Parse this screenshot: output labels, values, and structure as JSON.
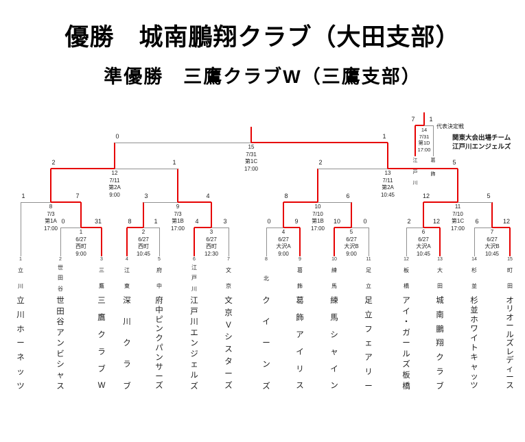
{
  "titles": {
    "champion": "優勝　城南鵬翔クラブ（大田支部）",
    "runner_up": "準優勝　三鷹クラブW（三鷹支部）"
  },
  "colors": {
    "winner_path": "#e60000",
    "line": "#8f8f8f",
    "text": "#1c1c1c"
  },
  "teams": [
    {
      "slot": 1,
      "no": "1",
      "ward": "立川",
      "name": "立川ホーネッツ",
      "entry_round": "qf",
      "won_first": false
    },
    {
      "slot": 2,
      "no": "2",
      "ward": "世田谷",
      "name": "世田谷アンビシャス",
      "entry_round": "r1",
      "won_first": false
    },
    {
      "slot": 3,
      "no": "3",
      "ward": "三鷹",
      "name": "三鷹クラブW",
      "entry_round": "r1",
      "won_first": true
    },
    {
      "slot": 4,
      "no": "4",
      "ward": "江東",
      "name": "深川クラブ",
      "entry_round": "r1",
      "won_first": true
    },
    {
      "slot": 5,
      "no": "5",
      "ward": "府中",
      "name": "府中ピンクパンサーズ",
      "entry_round": "r1",
      "won_first": false
    },
    {
      "slot": 6,
      "no": "6",
      "ward": "江戸川",
      "name": "江戸川エンジェルズ",
      "entry_round": "r1",
      "won_first": true
    },
    {
      "slot": 7,
      "no": "7",
      "ward": "文京",
      "name": "文京Vシスターズ",
      "entry_round": "r1",
      "won_first": false
    },
    {
      "slot": 8,
      "no": "8",
      "ward": "北",
      "name": "クイーンズ",
      "entry_round": "r1",
      "won_first": false
    },
    {
      "slot": 9,
      "no": "9",
      "ward": "葛飾",
      "name": "葛飾アイリス",
      "entry_round": "r1",
      "won_first": true
    },
    {
      "slot": 10,
      "no": "10",
      "ward": "練馬",
      "name": "練馬シャイン",
      "entry_round": "r1",
      "won_first": true
    },
    {
      "slot": 11,
      "no": "11",
      "ward": "足立",
      "name": "足立フェアリー",
      "entry_round": "r1",
      "won_first": false
    },
    {
      "slot": 12,
      "no": "12",
      "ward": "板橋",
      "name": "アイ・ガールズ板橋",
      "entry_round": "r1",
      "won_first": false
    },
    {
      "slot": 13,
      "no": "13",
      "ward": "大田",
      "name": "城南鵬翔クラブ",
      "entry_round": "r1",
      "won_first": true
    },
    {
      "slot": 14,
      "no": "14",
      "ward": "杉並",
      "name": "杉並ホワイトキャッツ",
      "entry_round": "r1",
      "won_first": false
    },
    {
      "slot": 15,
      "no": "15",
      "ward": "町田",
      "name": "オリオールズレディース",
      "entry_round": "r1",
      "won_first": true
    }
  ],
  "matches": [
    {
      "id": "1",
      "round": "r1",
      "left": "t2",
      "right": "t3",
      "left_score": "0",
      "right_score": "31",
      "winner": "right",
      "date": "6/27",
      "venue": "西町",
      "time": "9:00"
    },
    {
      "id": "2",
      "round": "r1",
      "left": "t4",
      "right": "t5",
      "left_score": "8",
      "right_score": "1",
      "winner": "left",
      "date": "6/27",
      "venue": "西町",
      "time": "10:45"
    },
    {
      "id": "3",
      "round": "r1",
      "left": "t6",
      "right": "t7",
      "left_score": "4",
      "right_score": "3",
      "winner": "left",
      "date": "6/27",
      "venue": "西町",
      "time": "12:30"
    },
    {
      "id": "4",
      "round": "r1",
      "left": "t8",
      "right": "t9",
      "left_score": "0",
      "right_score": "9",
      "winner": "right",
      "date": "6/27",
      "venue": "大沢A",
      "time": "9:00"
    },
    {
      "id": "5",
      "round": "r1",
      "left": "t10",
      "right": "t11",
      "left_score": "10",
      "right_score": "0",
      "winner": "left",
      "date": "6/27",
      "venue": "大沢B",
      "time": "9:00"
    },
    {
      "id": "6",
      "round": "r1",
      "left": "t12",
      "right": "t13",
      "left_score": "2",
      "right_score": "12",
      "winner": "right",
      "date": "6/27",
      "venue": "大沢A",
      "time": "10:45"
    },
    {
      "id": "7",
      "round": "r1",
      "left": "t14",
      "right": "t15",
      "left_score": "6",
      "right_score": "12",
      "winner": "right",
      "date": "6/27",
      "venue": "大沢B",
      "time": "10:45"
    },
    {
      "id": "8",
      "round": "qf",
      "left": "t1",
      "right": "m1",
      "left_score": "1",
      "right_score": "7",
      "winner": "right",
      "date": "7/3",
      "venue": "第1A",
      "time": "17:00"
    },
    {
      "id": "9",
      "round": "qf",
      "left": "m2",
      "right": "m3",
      "left_score": "3",
      "right_score": "4",
      "winner": "right",
      "date": "7/3",
      "venue": "第1B",
      "time": "17:00"
    },
    {
      "id": "10",
      "round": "qf",
      "left": "m4",
      "right": "m5",
      "left_score": "8",
      "right_score": "6",
      "winner": "left",
      "date": "7/10",
      "venue": "第1B",
      "time": "17:00"
    },
    {
      "id": "11",
      "round": "qf",
      "left": "m6",
      "right": "m7",
      "left_score": "12",
      "right_score": "5",
      "winner": "left",
      "date": "7/10",
      "venue": "第1C",
      "time": "17:00"
    },
    {
      "id": "12",
      "round": "sf",
      "left": "m8",
      "right": "m9",
      "left_score": "2",
      "right_score": "1",
      "winner": "left",
      "date": "7/11",
      "venue": "第2A",
      "time": "9:00"
    },
    {
      "id": "13",
      "round": "sf",
      "left": "m10",
      "right": "m11",
      "left_score": "2",
      "right_score": "5",
      "winner": "right",
      "date": "7/11",
      "venue": "第2A",
      "time": "10:45"
    },
    {
      "id": "15",
      "round": "final",
      "left": "m12",
      "right": "m13",
      "left_score": "0",
      "right_score": "1",
      "winner": "right",
      "date": "7/31",
      "venue": "第1C",
      "time": "17:00"
    }
  ],
  "playoff": {
    "id": "14",
    "label": "代表決定戦",
    "left_team": "江戸川",
    "right_team": "葛飾",
    "left_score": "7",
    "right_score": "1",
    "winner": "left",
    "date": "7/31",
    "venue": "第1D",
    "time": "17:00"
  },
  "kanto_note": {
    "line1": "関東大会出場チーム",
    "line2": "江戸川エンジェルズ"
  }
}
